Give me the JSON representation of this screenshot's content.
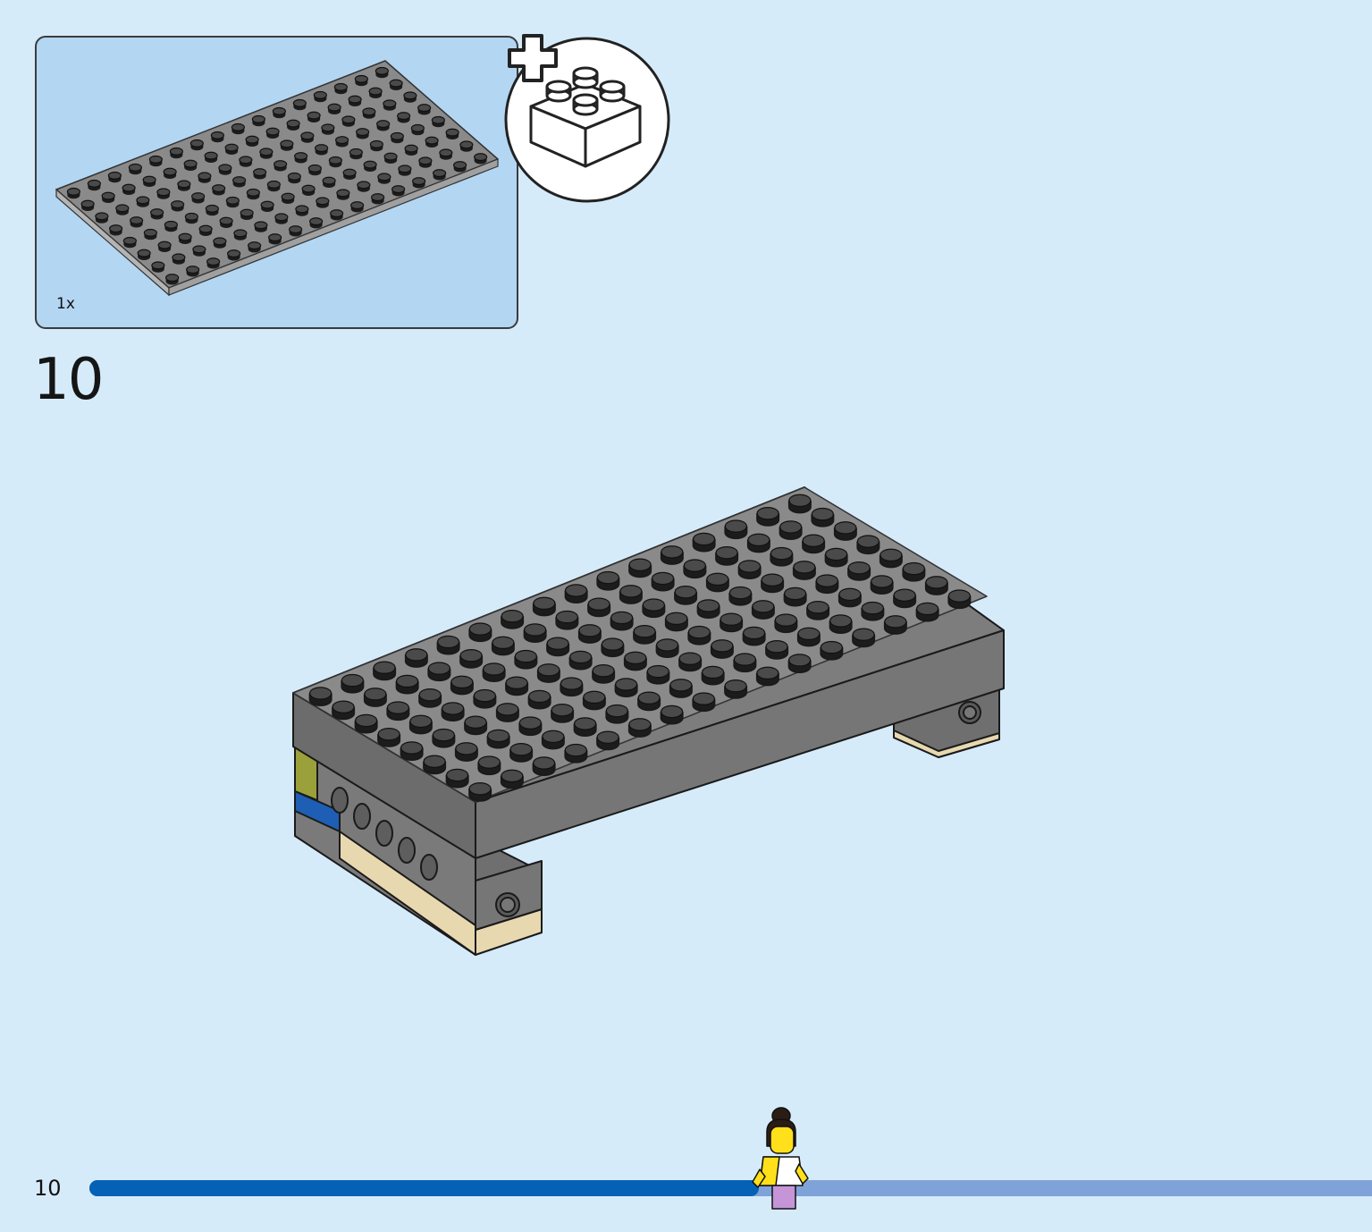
{
  "parts_callout": {
    "quantity_label": "1x",
    "part_name": "plate-8x16-gray",
    "part_color": "#8a8a8a",
    "new_part_icon": "plus-new-brick-icon"
  },
  "step": {
    "number": "10"
  },
  "model": {
    "color": "#7d7d7d",
    "accent_colors": [
      "#9aa13a",
      "#1e5fb5",
      "#e8d8b0"
    ]
  },
  "footer": {
    "page_number": "10",
    "progress_fraction": 0.52,
    "progress_color": "#0561b5",
    "track_color": "#7fa3d8",
    "progress_icon": "minifigure-icon"
  }
}
